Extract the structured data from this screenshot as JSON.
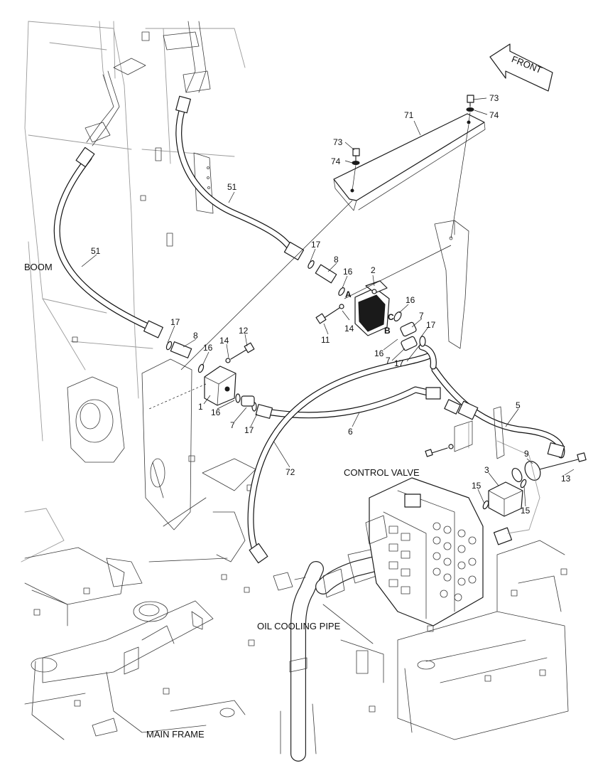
{
  "labels": {
    "boom": "BOOM",
    "control_valve": "CONTROL VALVE",
    "oil_cooling_pipe": "OIL COOLING PIPE",
    "main_frame": "MAIN FRAME",
    "front": "FRONT"
  },
  "ports": {
    "a": "A",
    "b": "B",
    "c": "C"
  },
  "callouts": {
    "n2": "2",
    "n3": "3",
    "n5": "5",
    "n6": "6",
    "n7a": "7",
    "n7b": "7",
    "n7c": "7",
    "n8a": "8",
    "n8b": "8",
    "n9": "9",
    "n11": "11",
    "n12": "12",
    "n13": "13",
    "n14a": "14",
    "n14b": "14",
    "n15a": "15",
    "n15b": "15",
    "n16a": "16",
    "n16b": "16",
    "n16c": "16",
    "n16d": "16",
    "n16e": "16",
    "n17a": "17",
    "n17b": "17",
    "n17c": "17",
    "n17d": "17",
    "n17e": "17",
    "n51a": "51",
    "n51b": "51",
    "n71": "71",
    "n72": "72",
    "n73a": "73",
    "n73b": "73",
    "n74a": "74",
    "n74b": "74",
    "n1": "1"
  }
}
